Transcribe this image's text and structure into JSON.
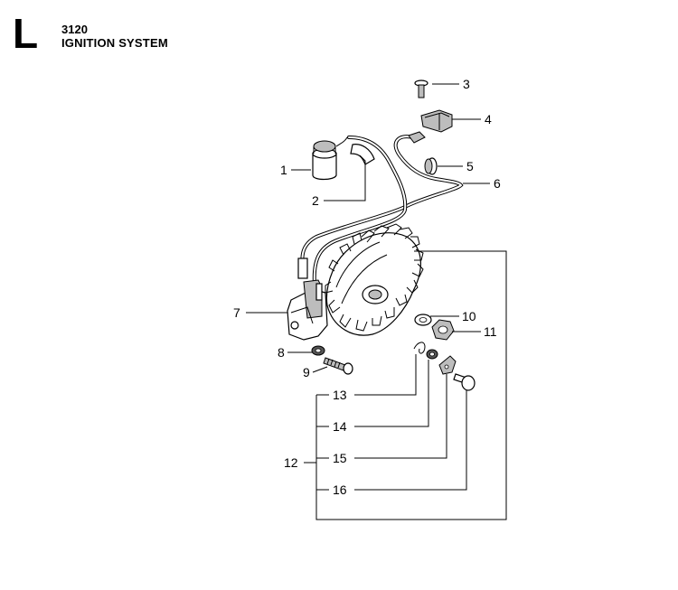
{
  "header": {
    "section_letter": "L",
    "model": "3120",
    "title": "IGNITION SYSTEM"
  },
  "callouts": {
    "c1": "1",
    "c2": "2",
    "c3": "3",
    "c4": "4",
    "c5": "5",
    "c6": "6",
    "c7": "7",
    "c8": "8",
    "c9": "9",
    "c10": "10",
    "c11": "11",
    "c12": "12",
    "c13": "13",
    "c14": "14",
    "c15": "15",
    "c16": "16"
  }
}
